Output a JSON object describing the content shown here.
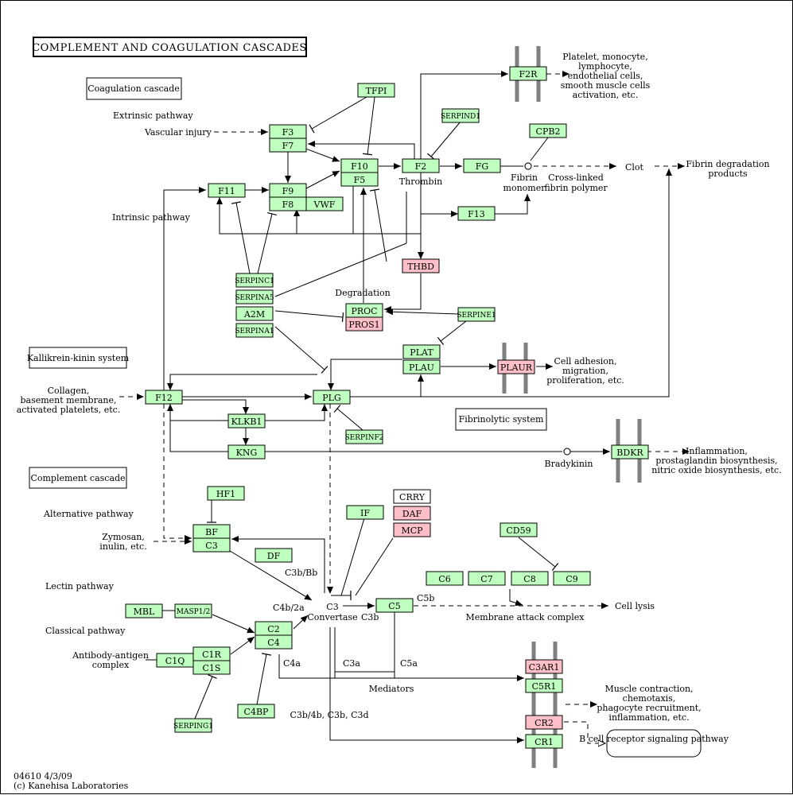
{
  "title": "COMPLEMENT AND COAGULATION CASCADES",
  "colors": {
    "green": "#bfffbf",
    "pink": "#ffbfc9",
    "white": "#ffffff",
    "membrane": "#7f7f7f"
  },
  "sections": {
    "coagulation": "Coagulation cascade",
    "kallikrein": "Kallikrein-kinin system",
    "fibrinolytic": "Fibrinolytic system",
    "complement": "Complement cascade",
    "bcell": "B cell receptor signaling pathway"
  },
  "genes": {
    "tfpi": "TFPI",
    "f3": "F3",
    "f7": "F7",
    "f10": "F10",
    "f5": "F5",
    "f2": "F2",
    "serpind1": "SERPIND1",
    "fg": "FG",
    "cpb2": "CPB2",
    "f2r": "F2R",
    "f11": "F11",
    "f9": "F9",
    "f8": "F8",
    "vwf": "VWF",
    "f13": "F13",
    "thbd": "THBD",
    "serpinc1": "SERPINC1",
    "serpina5": "SERPINA5",
    "a2m": "A2M",
    "serpina1": "SERPINA1",
    "proc": "PROC",
    "pros1": "PROS1",
    "serpine1": "SERPINE1",
    "plat": "PLAT",
    "plau": "PLAU",
    "plaur": "PLAUR",
    "f12": "F12",
    "plg": "PLG",
    "klkb1": "KLKB1",
    "serpinf2": "SERPINF2",
    "kng": "KNG",
    "bdkr": "BDKR",
    "hf1": "HF1",
    "crry": "CRRY",
    "daf": "DAF",
    "mcp": "MCP",
    "if": "IF",
    "cd59": "CD59",
    "bf": "BF",
    "c3a": "C3",
    "df": "DF",
    "c6": "C6",
    "c7": "C7",
    "c8": "C8",
    "c9": "C9",
    "mbl": "MBL",
    "masp12": "MASP1/2",
    "c2": "C2",
    "c4": "C4",
    "c5": "C5",
    "c1r": "C1R",
    "c1q": "C1Q",
    "c1s": "C1S",
    "c3ar1": "C3AR1",
    "c5r1": "C5R1",
    "cr2": "CR2",
    "cr1": "CR1",
    "c4bp": "C4BP",
    "serping1": "SERPING1"
  },
  "labels": {
    "extrinsic": "Extrinsic pathway",
    "vascular": "Vascular injury",
    "intrinsic": "Intrinsic pathway",
    "thrombin": "Thrombin",
    "fibrin1": "Fibrin",
    "fibrin2": "monomer",
    "crosslinked1": "Cross-linked",
    "crosslinked2": "fibrin polymer",
    "clot": "Clot",
    "fdp1": "Fibrin degradation",
    "fdp2": "products",
    "platelet1": "Platelet, monocyte,",
    "platelet2": "lymphocyte,",
    "platelet3": "endothelial cells,",
    "platelet4": "smooth muscle cells",
    "platelet5": "activation, etc.",
    "degradation": "Degradation",
    "celladh1": "Cell adhesion,",
    "celladh2": "migration,",
    "celladh3": "proliferation, etc.",
    "collagen1": "Collagen,",
    "collagen2": "basement membrane,",
    "collagen3": "activated platelets, etc.",
    "bradykinin": "Bradykinin",
    "inflam1": "Inflammation,",
    "inflam2": "prostaglandin biosynthesis,",
    "inflam3": "nitric oxide biosynthesis, etc.",
    "alternative": "Alternative pathway",
    "zymosan1": "Zymosan,",
    "zymosan2": "inulin, etc.",
    "lectin": "Lectin pathway",
    "classical": "Classical pathway",
    "antibody1": "Antibody-antigen",
    "antibody2": "complex",
    "c3bbb": "C3b/Bb",
    "c4b2a": "C4b/2a",
    "c3conv1": "C3",
    "c3conv2": "Convertase",
    "c3b": "C3b",
    "c5b": "C5b",
    "mac": "Membrane attack complex",
    "lysis": "Cell lysis",
    "c4a": "C4a",
    "c3a": "C3a",
    "c5a": "C5a",
    "mediators": "Mediators",
    "muscle1": "Muscle contraction,",
    "muscle2": "chemotaxis,",
    "muscle3": "phagocyte recruitment,",
    "muscle4": "inflammation, etc.",
    "c3b4b": "C3b/4b, C3b, C3d",
    "footer1": "04610 4/3/09",
    "footer2": "(c) Kanehisa Laboratories"
  }
}
